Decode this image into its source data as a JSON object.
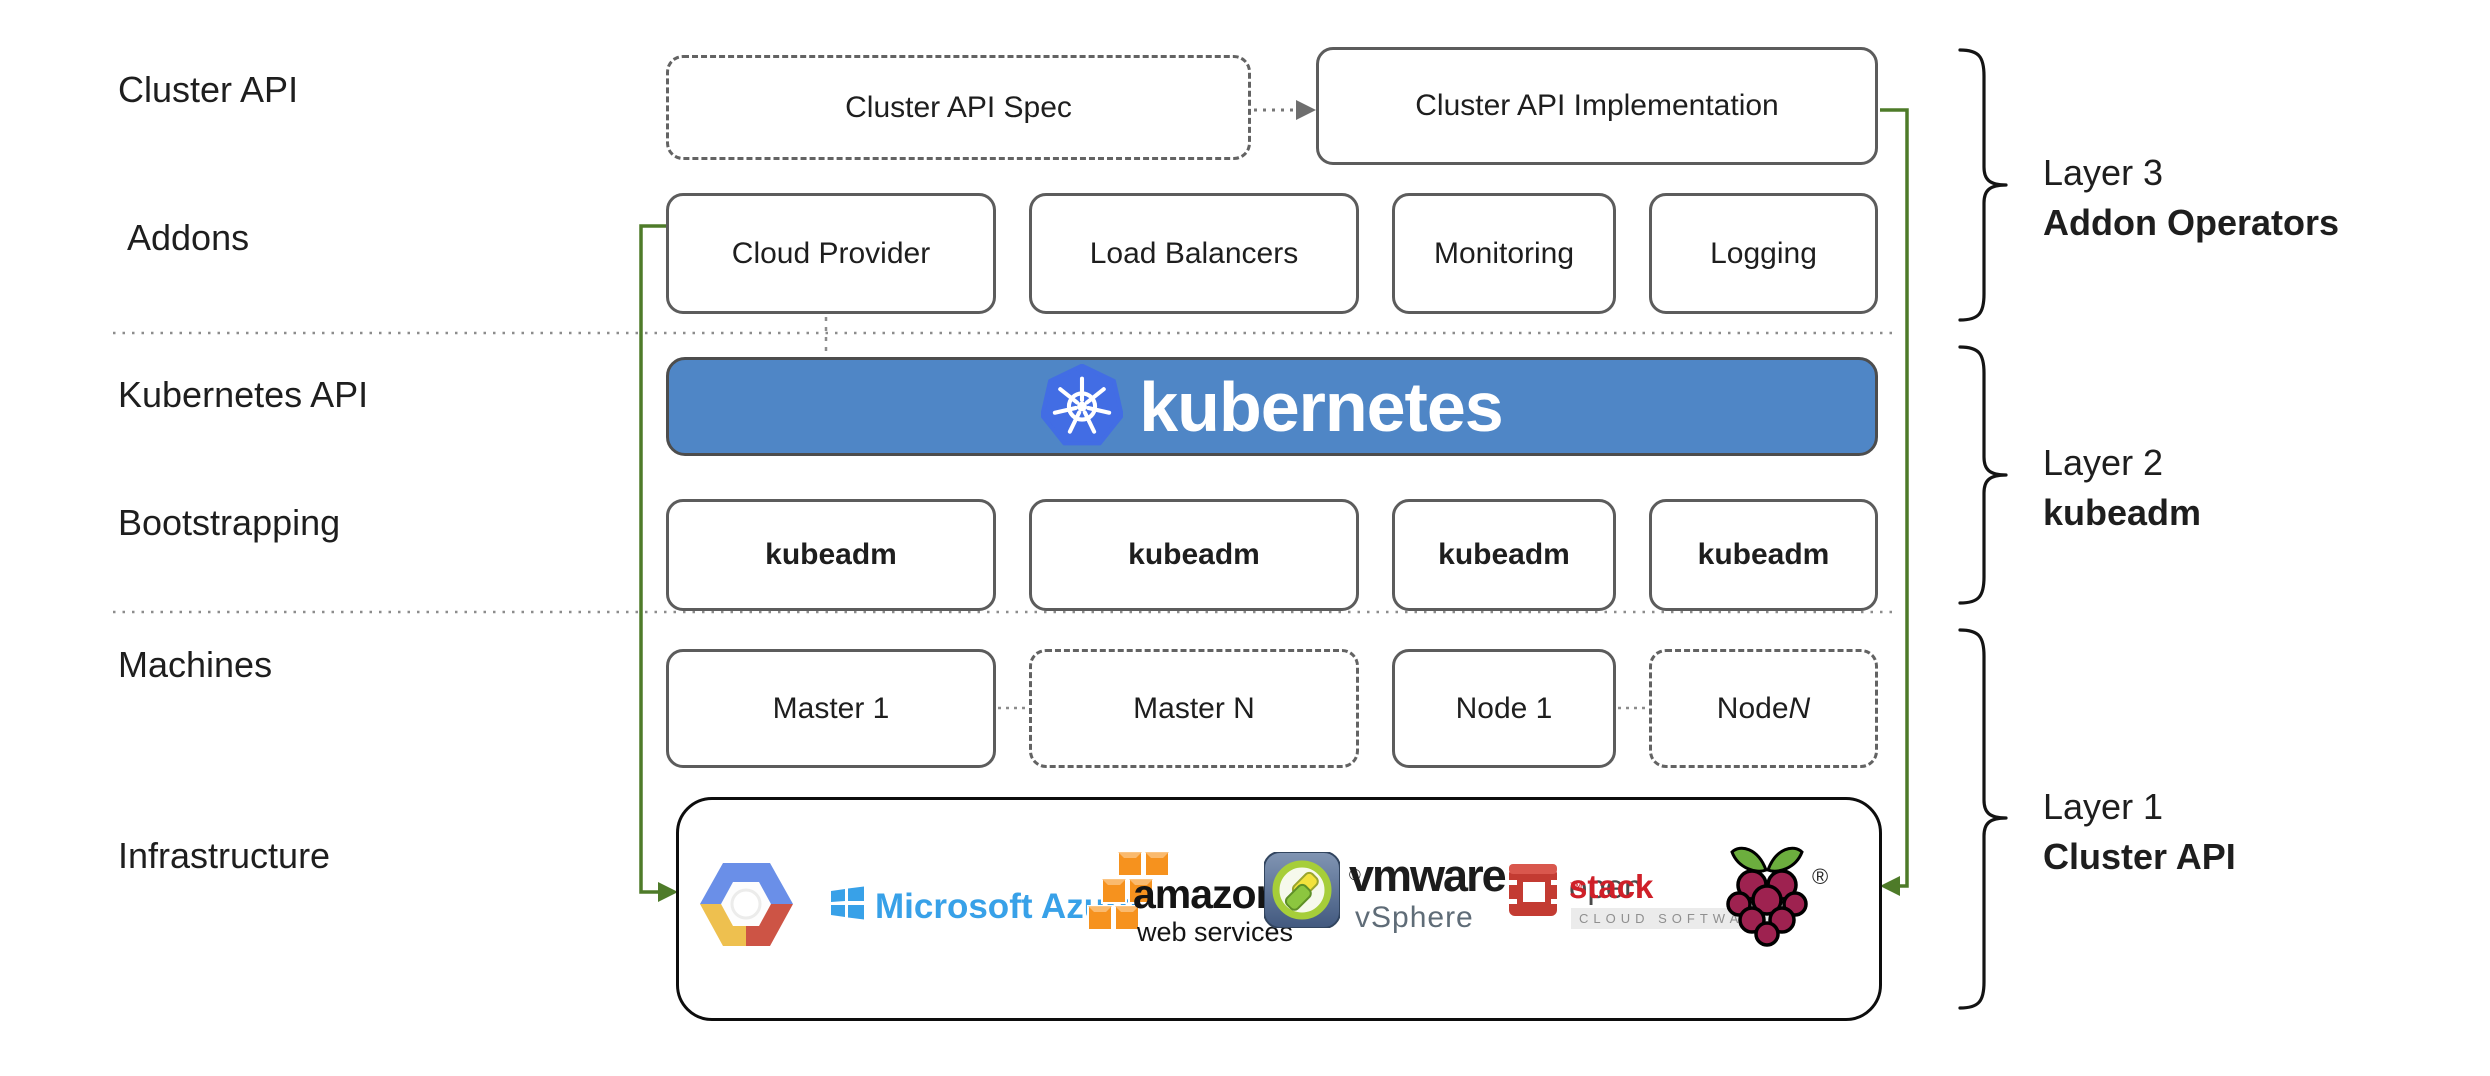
{
  "colors": {
    "accent_green": "#4e7b29",
    "banner_blue": "#4f86c6",
    "k8s_logo_blue": "#426de4",
    "box_border_gray": "#5c5c5c",
    "infra_border": "#0d0d0d",
    "azure_blue": "#38a1e8",
    "aws_orange": "#f6921e",
    "openstack_red": "#cf2029",
    "raspberry_magenta": "#9e2250",
    "leaf_green": "#6cae3e"
  },
  "left_labels": {
    "cluster_api": "Cluster API",
    "addons": "Addons",
    "kubernetes_api": "Kubernetes API",
    "bootstrapping": "Bootstrapping",
    "machines": "Machines",
    "infrastructure": "Infrastructure"
  },
  "cluster_api_row": {
    "spec": "Cluster API Spec",
    "implementation": "Cluster API Implementation"
  },
  "addons_row": {
    "boxes": [
      "Cloud Provider",
      "Load Balancers",
      "Monitoring",
      "Logging"
    ]
  },
  "kubernetes_banner": {
    "label": "kubernetes"
  },
  "bootstrapping_row": {
    "boxes": [
      "kubeadm",
      "kubeadm",
      "kubeadm",
      "kubeadm"
    ]
  },
  "machines_row": {
    "master_1": "Master 1",
    "master_n": "Master N",
    "node_1": "Node 1",
    "node_n_prefix": "Node ",
    "node_n_italic": "N"
  },
  "infrastructure_row": {
    "azure": {
      "text": "Microsoft Azure"
    },
    "aws": {
      "text": "amazon",
      "subtext": "web services"
    },
    "vmware": {
      "text": "vmware",
      "registered": "®",
      "subtext": "vSphere"
    },
    "openstack": {
      "text_open": "open",
      "text_stack": "stack",
      "tm": "™",
      "subtext": "CLOUD SOFTWARE"
    },
    "raspberry_pi": {
      "registered": "®"
    }
  },
  "layer_annotations": [
    {
      "line1": "Layer 3",
      "line2": "Addon Operators"
    },
    {
      "line1": "Layer 2",
      "line2": "kubeadm"
    },
    {
      "line1": "Layer 1",
      "line2": "Cluster API"
    }
  ]
}
